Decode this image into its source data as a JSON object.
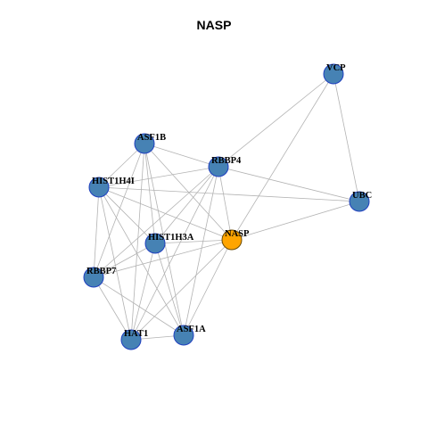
{
  "title": "NASP",
  "colors": {
    "node": "#4682b4",
    "center": "#ffa500",
    "edge": "#b3b3b3"
  },
  "nodes": [
    {
      "id": "VCP",
      "label": "VCP",
      "center": false
    },
    {
      "id": "ASF1B",
      "label": "ASF1B",
      "center": false
    },
    {
      "id": "RBBP4",
      "label": "RBBP4",
      "center": false
    },
    {
      "id": "HIST1H4I",
      "label": "HIST1H4I",
      "center": false
    },
    {
      "id": "UBC",
      "label": "UBC",
      "center": false
    },
    {
      "id": "HIST1H3A",
      "label": "HIST1H3A",
      "center": false
    },
    {
      "id": "NASP",
      "label": "NASP",
      "center": true
    },
    {
      "id": "RBBP7",
      "label": "RBBP7",
      "center": false
    },
    {
      "id": "HAT1",
      "label": "HAT1",
      "center": false
    },
    {
      "id": "ASF1A",
      "label": "ASF1A",
      "center": false
    }
  ],
  "edges": [
    [
      "VCP",
      "RBBP4"
    ],
    [
      "VCP",
      "UBC"
    ],
    [
      "VCP",
      "NASP"
    ],
    [
      "RBBP4",
      "UBC"
    ],
    [
      "NASP",
      "UBC"
    ],
    [
      "HIST1H4I",
      "UBC"
    ],
    [
      "ASF1B",
      "RBBP4"
    ],
    [
      "ASF1B",
      "HIST1H4I"
    ],
    [
      "ASF1B",
      "HIST1H3A"
    ],
    [
      "ASF1B",
      "NASP"
    ],
    [
      "ASF1B",
      "RBBP7"
    ],
    [
      "ASF1B",
      "HAT1"
    ],
    [
      "ASF1B",
      "ASF1A"
    ],
    [
      "RBBP4",
      "HIST1H4I"
    ],
    [
      "RBBP4",
      "HIST1H3A"
    ],
    [
      "RBBP4",
      "NASP"
    ],
    [
      "RBBP4",
      "RBBP7"
    ],
    [
      "RBBP4",
      "HAT1"
    ],
    [
      "RBBP4",
      "ASF1A"
    ],
    [
      "HIST1H4I",
      "HIST1H3A"
    ],
    [
      "HIST1H4I",
      "NASP"
    ],
    [
      "HIST1H4I",
      "RBBP7"
    ],
    [
      "HIST1H4I",
      "HAT1"
    ],
    [
      "HIST1H4I",
      "ASF1A"
    ],
    [
      "HIST1H3A",
      "NASP"
    ],
    [
      "HIST1H3A",
      "RBBP7"
    ],
    [
      "HIST1H3A",
      "HAT1"
    ],
    [
      "HIST1H3A",
      "ASF1A"
    ],
    [
      "NASP",
      "RBBP7"
    ],
    [
      "NASP",
      "HAT1"
    ],
    [
      "NASP",
      "ASF1A"
    ],
    [
      "RBBP7",
      "HAT1"
    ],
    [
      "RBBP7",
      "ASF1A"
    ],
    [
      "HAT1",
      "ASF1A"
    ]
  ]
}
